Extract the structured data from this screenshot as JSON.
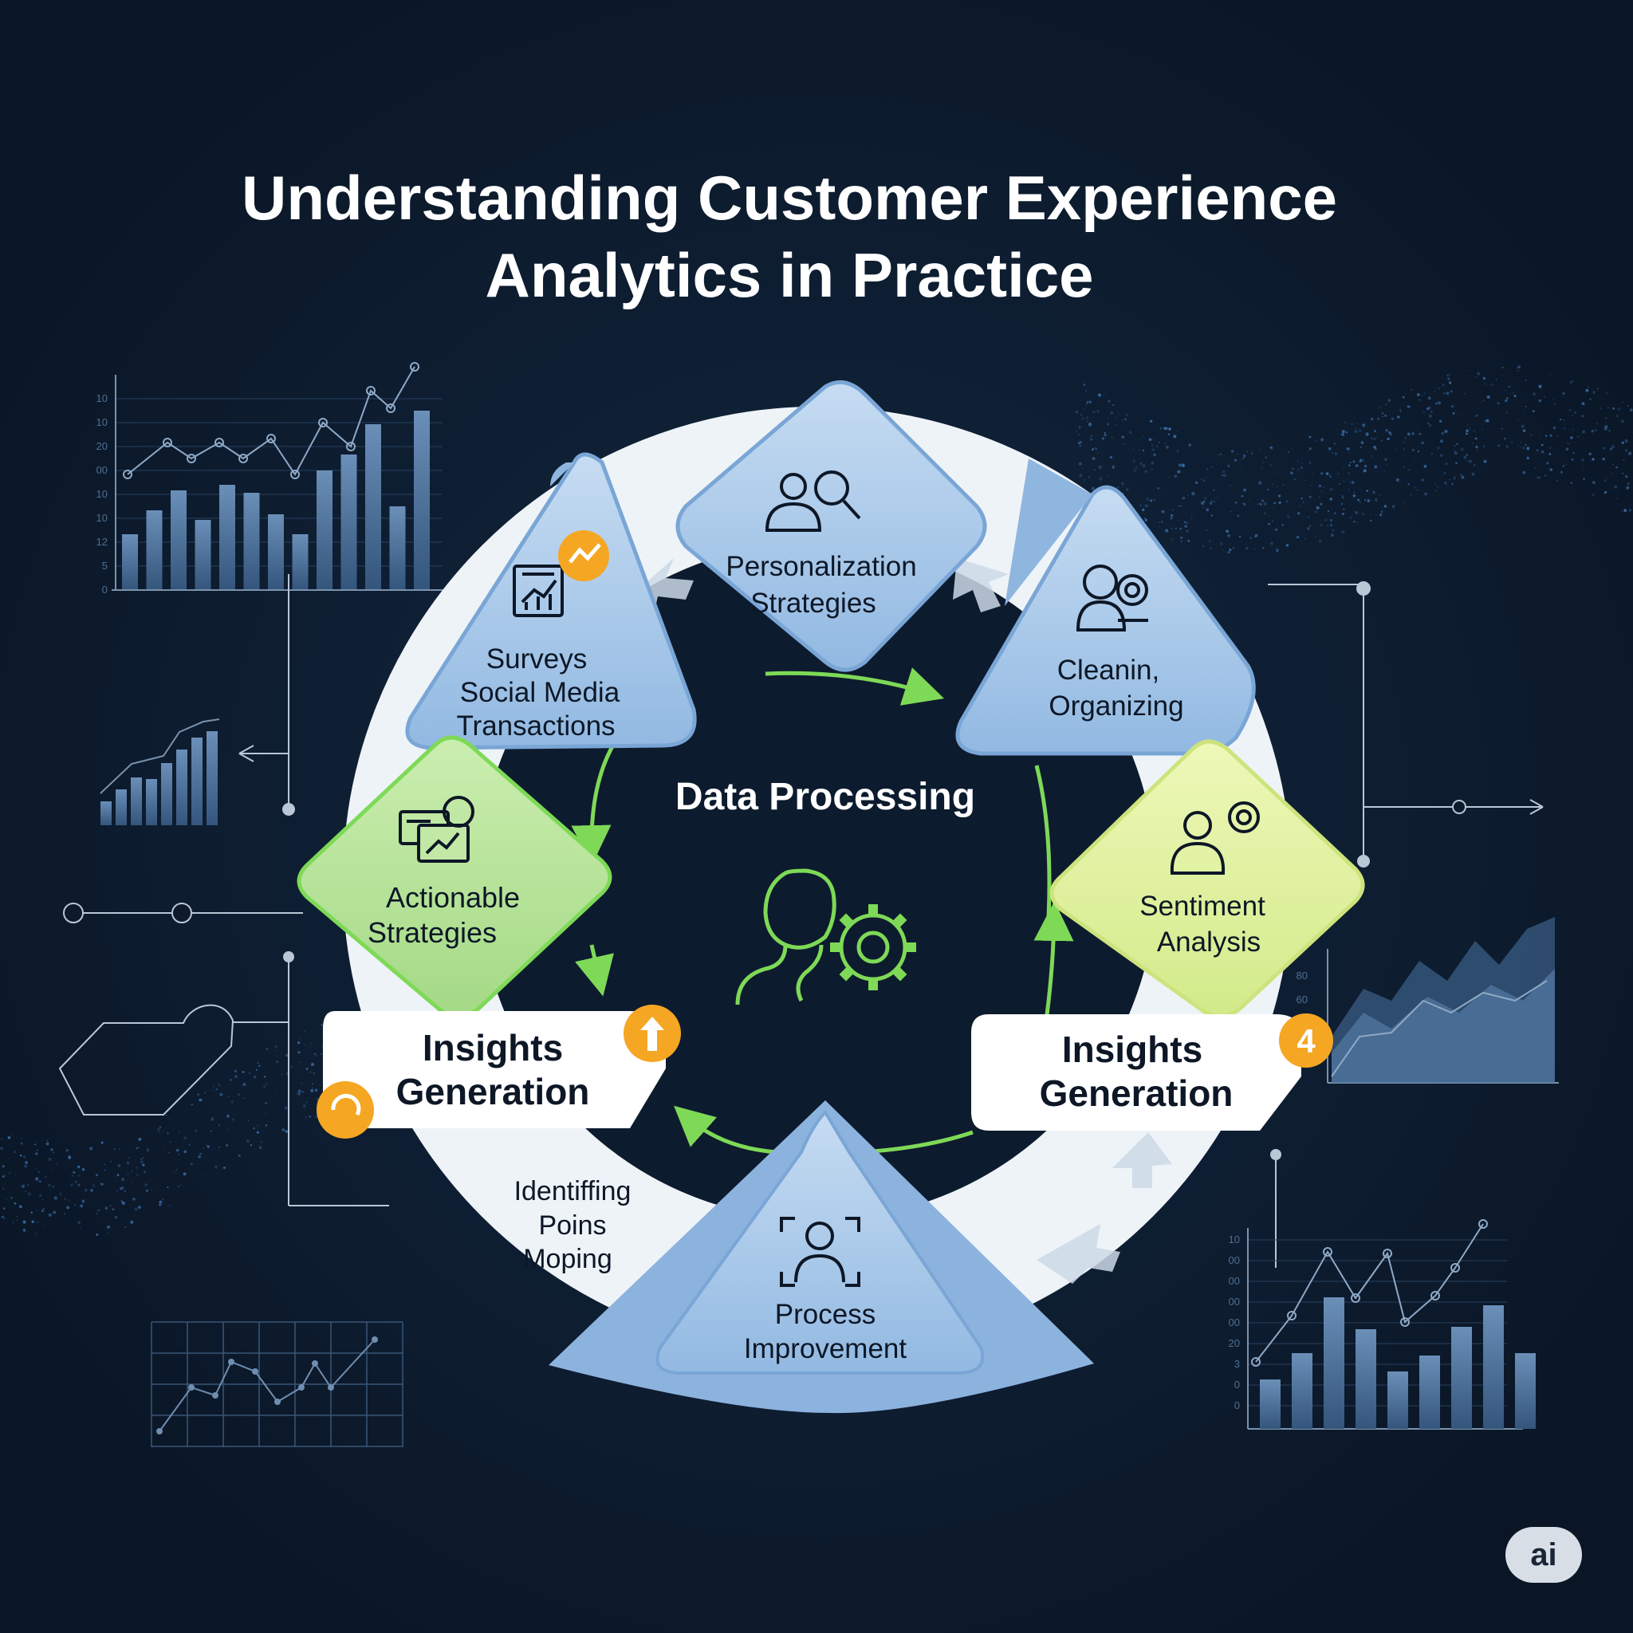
{
  "title": {
    "line1": "Understanding Customer Experience",
    "line2": "Analytics in Practice"
  },
  "center": {
    "label": "Data Processing",
    "icon": "person-gear-icon"
  },
  "nodes": [
    {
      "id": "personalization",
      "lines": [
        "Personalization",
        "Strategies"
      ],
      "icon": "people-search-icon"
    },
    {
      "id": "surveys",
      "lines": [
        "Surveys",
        "Social Media",
        "Transactions"
      ],
      "icon": "report-chart-icon",
      "badge_icon": "trend-line-icon"
    },
    {
      "id": "cleaning",
      "lines": [
        "Cleanin,",
        "Organizing"
      ],
      "icon": "people-gear-icon"
    },
    {
      "id": "actionable",
      "lines": [
        "Actionable",
        "Strategies"
      ],
      "icon": "strategy-board-icon"
    },
    {
      "id": "sentiment",
      "lines": [
        "Sentiment",
        "Analysis"
      ],
      "icon": "person-gear-icon"
    },
    {
      "id": "insights-left",
      "lines": [
        "Insights",
        "Generation"
      ],
      "badge_icon": "up-arrow-icon",
      "badge2_icon": "refresh-icon"
    },
    {
      "id": "insights-right",
      "lines": [
        "Insights",
        "Generation"
      ],
      "badge": "4"
    },
    {
      "id": "identifying",
      "lines": [
        "Identiffing",
        "Poins",
        "Moping"
      ]
    },
    {
      "id": "process",
      "lines": [
        "Process",
        "Improvement"
      ],
      "icon": "person-focus-icon"
    }
  ],
  "charts": {
    "top_left_ticks": [
      "10",
      "10",
      "20",
      "00",
      "10",
      "10",
      "12",
      "5",
      "0"
    ],
    "right_ticks": [
      "80",
      "60",
      "0"
    ],
    "bottom_right_ticks": [
      "10",
      "00",
      "00",
      "00",
      "00",
      "20",
      "3",
      "0",
      "0"
    ]
  },
  "watermark": "ai",
  "colors": {
    "background": "#0c1a2c",
    "node_blue": "#a9c9ea",
    "node_green": "#b7e39a",
    "node_lime": "#dcef9a",
    "badge_orange": "#f5a623",
    "accent_green": "#7ed957",
    "ring": "#eef3f8"
  }
}
